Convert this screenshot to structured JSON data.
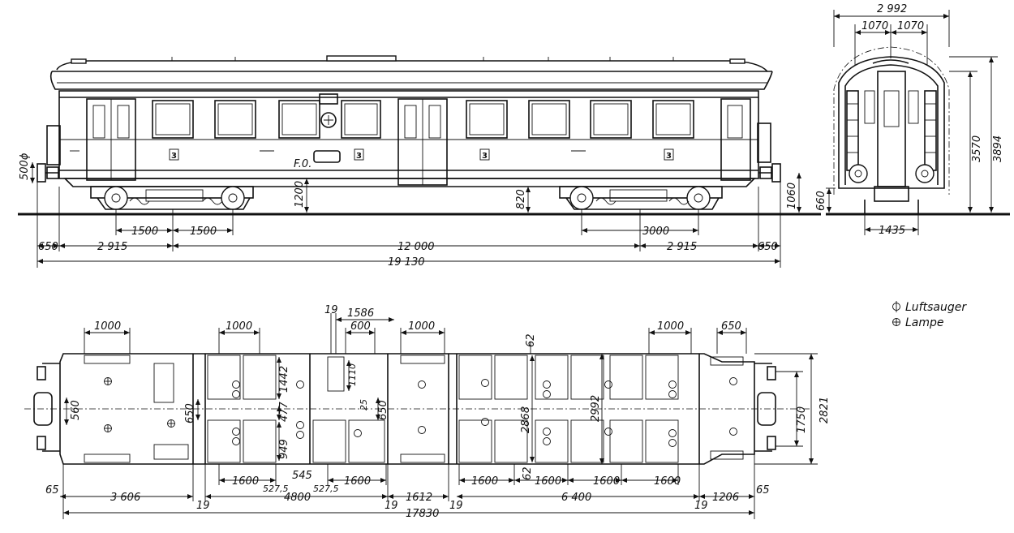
{
  "side_view": {
    "labels": {
      "buffer_height": "500ϕ",
      "floor_height": "1200",
      "body_floor": "820",
      "buffer_center": "1060",
      "marking": "F.0.",
      "class_marks": [
        "3",
        "3",
        "3",
        "3"
      ]
    },
    "dimensions": {
      "bogie_half_left_a": "1500",
      "bogie_half_left_b": "1500",
      "wheelbase_right": "3000",
      "overhang_left": "650",
      "bogie_offset_left": "2 915",
      "bogie_centers": "12 000",
      "bogie_offset_right": "2 915",
      "overhang_right": "650",
      "length_over_buffers": "19 130"
    }
  },
  "end_view": {
    "dimensions": {
      "width": "2 992",
      "half_left": "1070",
      "half_right": "1070",
      "height_3570": "3570",
      "height_total": "3894",
      "buffer_height": "660",
      "gauge": "1435"
    }
  },
  "plan_view": {
    "dimensions": {
      "door_1": "1000",
      "door_2": "1000",
      "dim_19_top": "19",
      "dim_1586": "1586",
      "dim_600": "600",
      "door_3": "1000",
      "dim_62_top": "62",
      "door_4": "1000",
      "door_5": "650",
      "dim_560": "560",
      "dim_650_left": "650",
      "dim_1442": "1442",
      "dim_477": "477",
      "dim_949": "949",
      "dim_1110": "1110",
      "dim_25": "25",
      "dim_650_mid": "650",
      "dim_2868": "2868",
      "dim_2992": "2992",
      "dim_62_bottom": "62",
      "dim_1750": "1750",
      "dim_2821": "2821",
      "seat_1600_a": "1600",
      "seat_1600_b": "1600",
      "dim_545": "545",
      "dim_527_5_a": "527,5",
      "dim_527_5_b": "527,5",
      "seat_1600_c": "1600",
      "seat_1600_d": "1600",
      "seat_1600_e": "1600",
      "seat_1600_f": "1600",
      "dim_65_left": "65",
      "dim_3606": "3 606",
      "dim_4800": "4800",
      "dim_1612": "1612",
      "dim_6400": "6 400",
      "dim_1206": "1206",
      "dim_65_right": "65",
      "dim_19_a": "19",
      "dim_19_b": "19",
      "dim_19_c": "19",
      "dim_19_d": "19",
      "total_length": "17830"
    }
  },
  "legend": {
    "items": [
      {
        "symbol": "luftsauger-symbol",
        "label": "Luftsauger"
      },
      {
        "symbol": "lamp-symbol",
        "label": "Lampe"
      }
    ]
  }
}
